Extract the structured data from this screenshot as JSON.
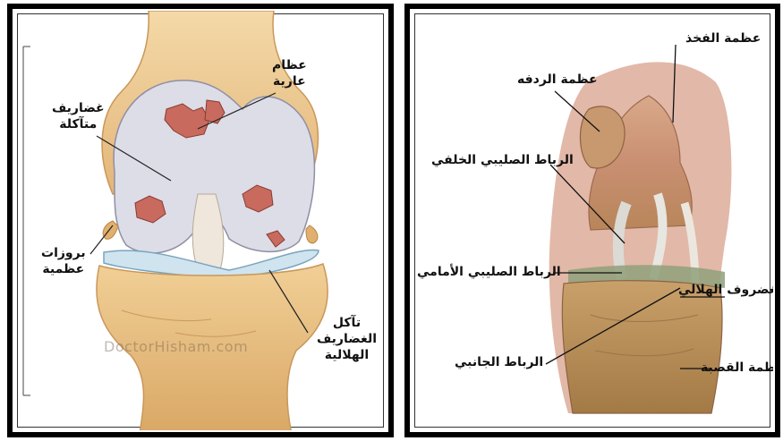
{
  "left_panel": {
    "labels": {
      "exposed_bone": "عظام\nعارية",
      "eroded_cartilage": "غضاريف\nمتآكلة",
      "bone_spurs": "بروزات\nعظمية",
      "meniscus_erosion": "تآكل\nالغضاريف\nالهلالية"
    },
    "watermark": "DoctorHisham.com"
  },
  "right_panel": {
    "labels": {
      "femur": "عظمة الفخذ",
      "patella": "عظمة الردفه",
      "posterior_cruciate": "الرباط الصليبي الخلفي",
      "anterior_cruciate": "الرباط الصليبي الأمامي",
      "meniscus": "الغضروف الهلالي",
      "collateral_ligament": "الرباط الجانبي",
      "tibia": "عظمة القصبة"
    }
  }
}
